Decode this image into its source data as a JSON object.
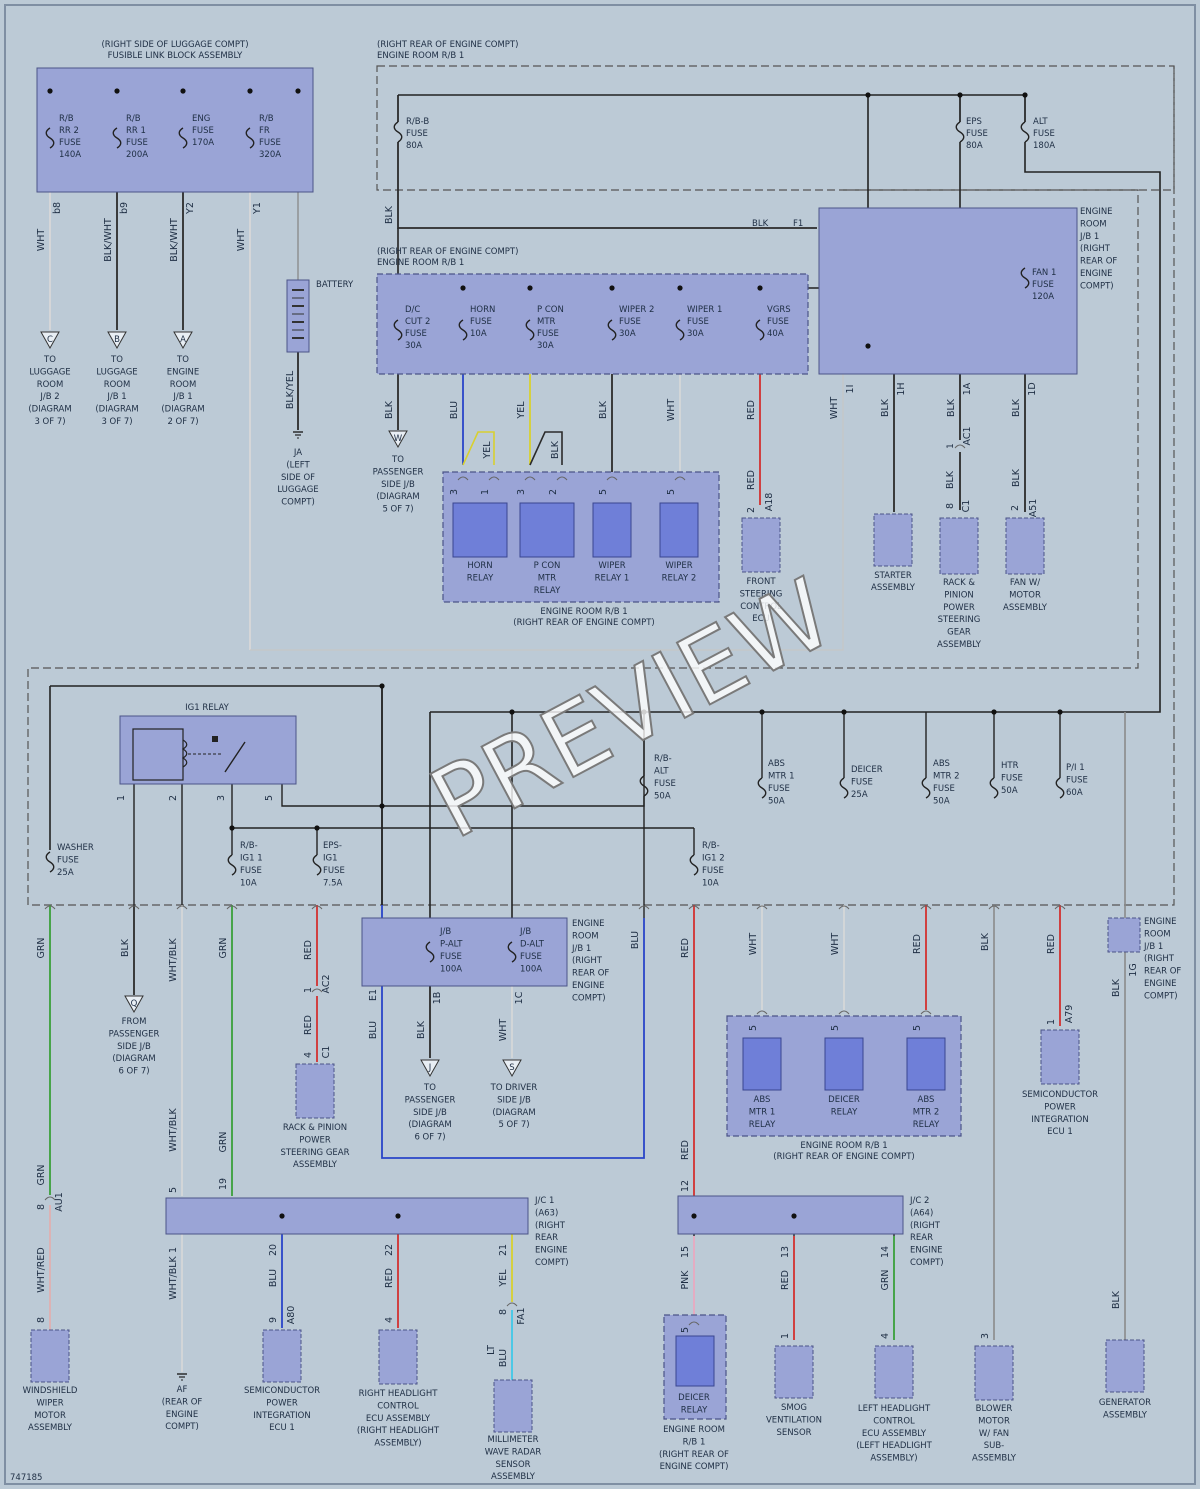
{
  "diagram_id": "747185",
  "watermark": "PREVIEW",
  "fusible_link": {
    "loc": "(RIGHT SIDE OF LUGGAGE COMPT)",
    "title": "FUSIBLE LINK BLOCK ASSEMBLY",
    "fuses": [
      [
        "R/B",
        "RR 2",
        "FUSE",
        "140A"
      ],
      [
        "R/B",
        "RR 1",
        "FUSE",
        "200A"
      ],
      [
        "ENG",
        "FUSE",
        "170A"
      ],
      [
        "R/B",
        "FR",
        "FUSE",
        "320A"
      ]
    ],
    "pins": [
      "b8",
      "b9",
      "Y2",
      "Y1"
    ],
    "wires": [
      "WHT",
      "BLK/WHT",
      "BLK/WHT",
      "WHT"
    ],
    "conns": [
      "C",
      "B",
      "A"
    ],
    "dest": [
      [
        "TO",
        "LUGGAGE",
        "ROOM",
        "J/B 2",
        "(DIAGRAM",
        "3 OF 7)"
      ],
      [
        "TO",
        "LUGGAGE",
        "ROOM",
        "J/B 1",
        "(DIAGRAM",
        "3 OF 7)"
      ],
      [
        "TO",
        "ENGINE",
        "ROOM",
        "J/B 1",
        "(DIAGRAM",
        "2 OF 7)"
      ]
    ]
  },
  "battery": {
    "label": "BATTERY",
    "wire": "BLK/YEL",
    "gnd": "JA",
    "gnd_desc": [
      "(LEFT",
      "SIDE OF",
      "LUGGAGE",
      "COMPT)"
    ]
  },
  "rb1_top": {
    "loc": "(RIGHT REAR OF ENGINE COMPT)",
    "title": "ENGINE ROOM R/B 1",
    "fuses": [
      [
        "R/B-B",
        "FUSE",
        "80A"
      ],
      [
        "EPS",
        "FUSE",
        "80A"
      ],
      [
        "ALT",
        "FUSE",
        "180A"
      ]
    ],
    "wire_f1": "BLK",
    "pin_f1": "F1",
    "wire_left": "BLK"
  },
  "jb1": {
    "title": [
      "ENGINE",
      "ROOM",
      "J/B 1",
      "(RIGHT",
      "REAR OF",
      "ENGINE",
      "COMPT)"
    ],
    "fuse": [
      "FAN 1",
      "FUSE",
      "120A"
    ],
    "pins": [
      "1I",
      "1H",
      "1A",
      "1D"
    ],
    "wires": [
      "WHT",
      "BLK",
      "BLK",
      "BLK"
    ]
  },
  "rb1_mid": {
    "loc": "(RIGHT REAR OF ENGINE COMPT)",
    "title": "ENGINE ROOM R/B 1",
    "fuses": [
      [
        "D/C",
        "CUT 2",
        "FUSE",
        "30A"
      ],
      [
        "HORN",
        "FUSE",
        "10A"
      ],
      [
        "P CON",
        "MTR",
        "FUSE",
        "30A"
      ],
      [
        "WIPER 2",
        "FUSE",
        "30A"
      ],
      [
        "WIPER 1",
        "FUSE",
        "30A"
      ],
      [
        "VGRS",
        "FUSE",
        "40A"
      ]
    ],
    "wires": [
      "BLK",
      "BLU",
      "YEL",
      "BLK",
      "WHT",
      "RED"
    ],
    "small_wires": [
      "YEL",
      "BLK"
    ],
    "conn_w": "W",
    "dest_w": [
      "TO",
      "PASSENGER",
      "SIDE J/B",
      "(DIAGRAM",
      "5 OF 7)"
    ]
  },
  "relay_box": {
    "pins": [
      "3",
      "1",
      "3",
      "2",
      "5",
      "5"
    ],
    "relays": [
      [
        "HORN",
        "RELAY"
      ],
      [
        "P CON",
        "MTR",
        "RELAY"
      ],
      [
        "WIPER",
        "RELAY 1"
      ],
      [
        "WIPER",
        "RELAY 2"
      ]
    ],
    "caption": [
      "ENGINE ROOM R/B 1",
      "(RIGHT REAR OF ENGINE COMPT)"
    ]
  },
  "front_ecu": {
    "wire": "RED",
    "pin": "2",
    "conn": "A18",
    "label": [
      "FRONT",
      "STEERING",
      "CONTROL",
      "ECU"
    ]
  },
  "starter": {
    "label": [
      "STARTER",
      "ASSEMBLY"
    ]
  },
  "rack_top": {
    "pin_a": "1",
    "conn_a": "AC1",
    "wire": "BLK",
    "pin": "8",
    "conn": "C1",
    "label": [
      "RACK &",
      "PINION",
      "POWER",
      "STEERING",
      "GEAR",
      "ASSEMBLY"
    ]
  },
  "fan_motor": {
    "wire": "BLK",
    "pin": "2",
    "conn": "A51",
    "label": [
      "FAN W/",
      "MOTOR",
      "ASSEMBLY"
    ]
  },
  "ig1": {
    "title": "IG1 RELAY",
    "pins": [
      "1",
      "2",
      "3",
      "5"
    ]
  },
  "lower_fuses": {
    "washer": [
      "WASHER",
      "FUSE",
      "25A"
    ],
    "rbig11": [
      "R/B-",
      "IG1 1",
      "FUSE",
      "10A"
    ],
    "epsig1": [
      "EPS-",
      "IG1",
      "FUSE",
      "7.5A"
    ],
    "rbalt": [
      "R/B-",
      "ALT",
      "FUSE",
      "50A"
    ],
    "rbig12": [
      "R/B-",
      "IG1 2",
      "FUSE",
      "10A"
    ],
    "absmtr1": [
      "ABS",
      "MTR 1",
      "FUSE",
      "50A"
    ],
    "deicer": [
      "DEICER",
      "FUSE",
      "25A"
    ],
    "absmtr2": [
      "ABS",
      "MTR 2",
      "FUSE",
      "50A"
    ],
    "htr": [
      "HTR",
      "FUSE",
      "50A"
    ],
    "pi1": [
      "P/I 1",
      "FUSE",
      "60A"
    ]
  },
  "jb_alt": {
    "fuses": [
      [
        "J/B",
        "P-ALT",
        "FUSE",
        "100A"
      ],
      [
        "J/B",
        "D-ALT",
        "FUSE",
        "100A"
      ]
    ],
    "title": [
      "ENGINE",
      "ROOM",
      "J/B 1",
      "(RIGHT",
      "REAR OF",
      "ENGINE",
      "COMPT)"
    ],
    "pins": [
      "E1",
      "1B",
      "1C"
    ],
    "wires": [
      "BLU",
      "BLK",
      "WHT"
    ],
    "conns": [
      "J",
      "S"
    ],
    "dest": [
      [
        "TO",
        "PASSENGER",
        "SIDE J/B",
        "(DIAGRAM",
        "6 OF 7)"
      ],
      [
        "TO DRIVER",
        "SIDE J/B",
        "(DIAGRAM",
        "5 OF 7)"
      ]
    ]
  },
  "left_wires": {
    "grn": "GRN",
    "blk": "BLK",
    "whtblk": "WHT/BLK",
    "grn2": "GRN",
    "red": "RED",
    "blu": "BLU",
    "red2": "RED",
    "conn_q": "Q",
    "dest_q": [
      "FROM",
      "PASSENGER",
      "SIDE J/B",
      "(DIAGRAM",
      "6 OF 7)"
    ],
    "ac2_pin": "1",
    "ac2": "AC2",
    "c1_pin": "4",
    "c1": "C1",
    "rack_low": [
      "RACK & PINION",
      "POWER",
      "STEERING GEAR",
      "ASSEMBLY"
    ]
  },
  "abs_relays": {
    "wires": [
      "WHT",
      "WHT",
      "RED"
    ],
    "pins": [
      "5",
      "5",
      "5"
    ],
    "relays": [
      [
        "ABS",
        "MTR 1",
        "RELAY"
      ],
      [
        "DEICER",
        "RELAY"
      ],
      [
        "ABS",
        "MTR 2",
        "RELAY"
      ]
    ],
    "caption": [
      "ENGINE ROOM R/B 1",
      "(RIGHT REAR OF ENGINE COMPT)"
    ]
  },
  "right_side": {
    "htr_wire": "BLK",
    "pi_wire": "RED",
    "pi_pin": "1",
    "pi_conn": "A79",
    "semi_ecu": [
      "SEMICONDUCTOR",
      "POWER",
      "INTEGRATION",
      "ECU 1"
    ],
    "jb1_small": [
      "ENGINE",
      "ROOM",
      "J/B 1",
      "(RIGHT",
      "REAR OF",
      "ENGINE",
      "COMPT)"
    ],
    "pin_1g": "1G",
    "wire_1g": "BLK",
    "wire_gen": "BLK",
    "generator": [
      "GENERATOR",
      "ASSEMBLY"
    ],
    "blower_pin": "3",
    "blower": [
      "BLOWER",
      "MOTOR",
      "W/ FAN",
      "SUB-",
      "ASSEMBLY"
    ]
  },
  "jc1": {
    "title": [
      "J/C 1",
      "(A63)",
      "(RIGHT",
      "REAR",
      "ENGINE",
      "COMPT)"
    ],
    "pins_top": [
      "5",
      "19"
    ],
    "pins_bot": [
      "1",
      "20",
      "22",
      "21"
    ],
    "wires_bot": [
      "WHT/BLK",
      "BLU",
      "RED",
      "YEL"
    ],
    "ground_af": "AF",
    "ground_af_desc": [
      "(REAR OF",
      "ENGINE",
      "COMPT)"
    ],
    "au1_pin": "8",
    "au1": "AU1",
    "wiper_wire": "WHT/RED",
    "wiper_pin": "8",
    "wiper": [
      "WINDSHIELD",
      "WIPER",
      "MOTOR",
      "ASSEMBLY"
    ],
    "semi_pin": "9",
    "semi_conn": "A80",
    "semi": [
      "SEMICONDUCTOR",
      "POWER",
      "INTEGRATION",
      "ECU 1"
    ],
    "hl_pin": "4",
    "hl": [
      "RIGHT HEADLIGHT",
      "CONTROL",
      "ECU ASSEMBLY",
      "(RIGHT HEADLIGHT",
      "ASSEMBLY)"
    ],
    "mmw_pin": "8",
    "mmw_conn": "FA1",
    "mmw_wire": [
      "LT",
      "BLU"
    ],
    "mmw": [
      "MILLIMETER",
      "WAVE RADAR",
      "SENSOR",
      "ASSEMBLY"
    ]
  },
  "jc2": {
    "title": [
      "J/C 2",
      "(A64)",
      "(RIGHT",
      "REAR",
      "ENGINE",
      "COMPT)"
    ],
    "pin_top": "12",
    "pins_bot": [
      "15",
      "13",
      "14"
    ],
    "wires_bot": [
      "PNK",
      "RED",
      "GRN"
    ],
    "deicer_pin": "5",
    "deicer": [
      "DEICER",
      "RELAY"
    ],
    "deicer_cap": [
      "ENGINE ROOM",
      "R/B 1",
      "(RIGHT REAR OF",
      "ENGINE COMPT)"
    ],
    "smog_pin": "1",
    "smog": [
      "SMOG",
      "VENTILATION",
      "SENSOR"
    ],
    "lhl_pin": "4",
    "lhl": [
      "LEFT HEADLIGHT",
      "CONTROL",
      "ECU ASSEMBLY",
      "(LEFT HEADLIGHT",
      "ASSEMBLY)"
    ],
    "red_wire": "RED"
  }
}
